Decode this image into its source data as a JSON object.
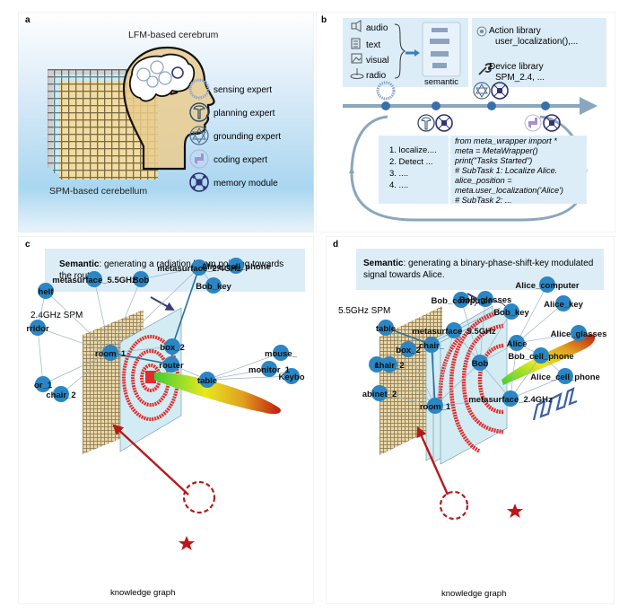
{
  "panels": {
    "a": {
      "label": "a",
      "title_top": "LFM-based cerebrum",
      "title_bottom": "SPM-based cerebellum",
      "legend": [
        {
          "icon": "sensing-expert-icon",
          "label": "sensing expert"
        },
        {
          "icon": "planning-expert-icon",
          "label": "planning expert"
        },
        {
          "icon": "grounding-expert-icon",
          "label": "grounding expert"
        },
        {
          "icon": "coding-expert-icon",
          "label": "coding expert"
        },
        {
          "icon": "memory-module-icon",
          "label": "memory module"
        }
      ]
    },
    "b": {
      "label": "b",
      "inputs": [
        {
          "icon": "audio-icon",
          "label": "audio"
        },
        {
          "icon": "text-icon",
          "label": "text"
        },
        {
          "icon": "visual-icon",
          "label": "visual"
        },
        {
          "icon": "radio-icon",
          "label": "radio"
        }
      ],
      "semantic_label": "semantic",
      "libraries": [
        {
          "icon": "action-library-icon",
          "title": "Action library",
          "value": "user_localization(),..."
        },
        {
          "icon": "device-library-icon",
          "title": "Device library",
          "value": "SPM_2.4, ..."
        }
      ],
      "plan_steps": [
        "1. localize....",
        "2. Detect ...",
        "3. ....",
        "4. ...."
      ],
      "code_lines": [
        "from meta_wrapper import *",
        "meta = MetaWrapper()",
        "print(\"Tasks Started\")",
        "# SubTask 1: Localize Alice.",
        "alice_position =",
        "meta.user_localization('Alice')",
        "# SubTask 2: ..."
      ]
    },
    "c": {
      "label": "c",
      "semantic_bold": "Semantic",
      "semantic_text": ": generating a radiation beam pointing towards",
      "semantic_text2": "the router.",
      "spm_label": "2.4GHz SPM",
      "graph_caption": "knowledge graph",
      "nodes": [
        "metasurface_5.5GHz",
        "Bob",
        "Alice_cell_phone",
        "Bob_key",
        "helf",
        "metasurface_2.4GHz",
        "rridor",
        "box_2",
        "room_1",
        "mouse_",
        "router",
        "monitor_1",
        "Keybo",
        "table",
        "or_1",
        "chair_2"
      ]
    },
    "d": {
      "label": "d",
      "semantic_bold": "Semantic",
      "semantic_text": ": generating a binary-phase-shift-key modulated",
      "semantic_text2": "signal towards Alice.",
      "spm_label": "5.5GHz SPM",
      "graph_caption": "knowledge graph",
      "nodes": [
        "Alice_computer",
        "Bob_computer",
        "Bob_glasses",
        "Alice_key",
        "Bob_key",
        "table",
        "metasurface_5.5GHz",
        "Alice_glasses",
        "Alice",
        "chair_",
        "box_2",
        "Bob_cell_phone",
        "Bob",
        "chair_2",
        "1",
        "Alice_cell_phone",
        "abinet_2",
        "metasurface_2.4GHz",
        "room_1"
      ]
    }
  },
  "colors": {
    "node": "#2a86c4",
    "edge": "#9bb4c6",
    "highlight": "#b31b1b",
    "accent_navy": "#3c3c78",
    "timeline": "#8aa6bd",
    "box_bg": "#dcedf8"
  }
}
